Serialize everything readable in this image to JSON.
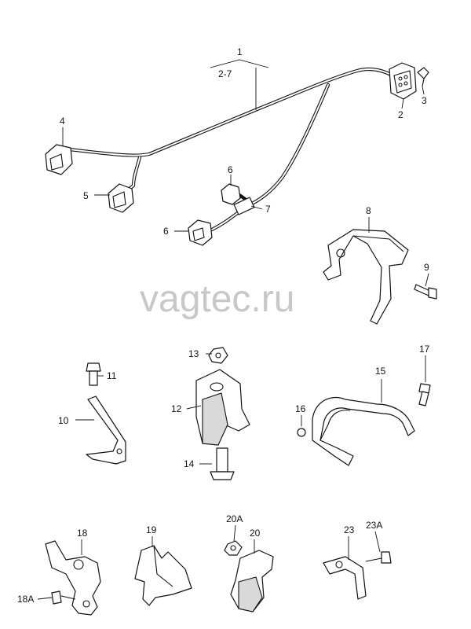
{
  "watermark": "vagtec.ru",
  "labels": {
    "l1": "1",
    "l1_range": "2-7",
    "l2": "2",
    "l3": "3",
    "l4": "4",
    "l5": "5",
    "l6a": "6",
    "l6b": "6",
    "l7": "7",
    "l8": "8",
    "l9": "9",
    "l10": "10",
    "l11": "11",
    "l12": "12",
    "l13": "13",
    "l14": "14",
    "l15": "15",
    "l16": "16",
    "l17": "17",
    "l18": "18",
    "l18a": "18A",
    "l19": "19",
    "l20": "20",
    "l20a": "20A",
    "l23": "23",
    "l23a": "23A"
  }
}
